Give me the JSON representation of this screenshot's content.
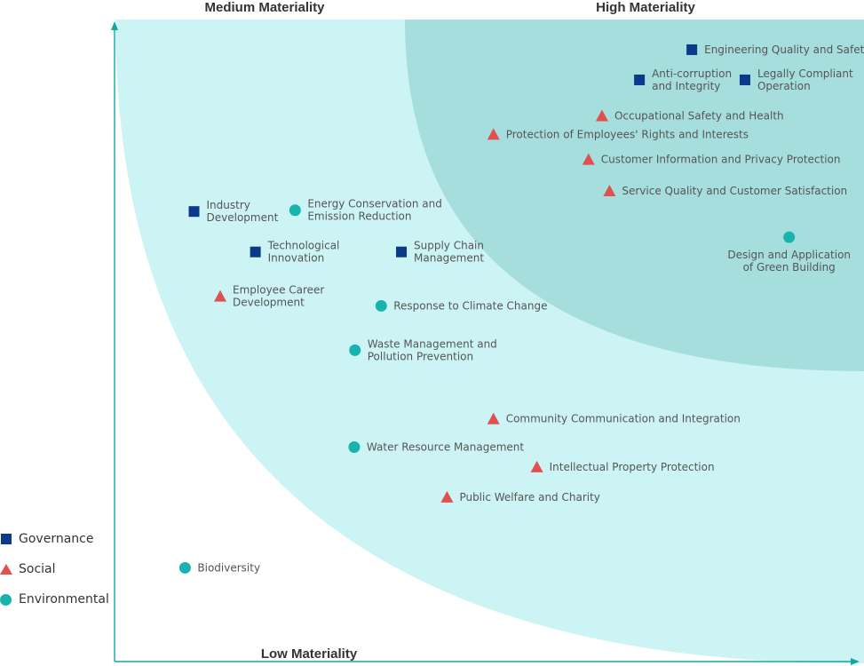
{
  "chart_data": {
    "type": "scatter",
    "title": "",
    "xlabel": "",
    "ylabel": "",
    "zones": {
      "medium": "Medium Materiality",
      "high": "High Materiality",
      "low": "Low Materiality"
    },
    "categories": [
      {
        "key": "governance",
        "name": "Governance",
        "color": "#0b3a8a",
        "marker": "square"
      },
      {
        "key": "social",
        "name": "Social",
        "color": "#e05050",
        "marker": "triangle"
      },
      {
        "key": "environmental",
        "name": "Environmental",
        "color": "#17b3ac",
        "marker": "circle"
      }
    ],
    "points": [
      {
        "lines": [
          "Engineering Quality and Safety"
        ],
        "category": "governance",
        "x": 0.77,
        "y": 0.953
      },
      {
        "lines": [
          "Anti-corruption",
          "and Integrity"
        ],
        "category": "governance",
        "x": 0.7,
        "y": 0.906
      },
      {
        "lines": [
          "Legally Compliant",
          "Operation"
        ],
        "category": "governance",
        "x": 0.841,
        "y": 0.906
      },
      {
        "lines": [
          "Occupational Safety and Health"
        ],
        "category": "social",
        "x": 0.65,
        "y": 0.85
      },
      {
        "lines": [
          "Protection of Employees' Rights and Interests"
        ],
        "category": "social",
        "x": 0.505,
        "y": 0.821
      },
      {
        "lines": [
          "Customer Information and Privacy Protection"
        ],
        "category": "social",
        "x": 0.632,
        "y": 0.782
      },
      {
        "lines": [
          "Service Quality and Customer Satisfaction"
        ],
        "category": "social",
        "x": 0.66,
        "y": 0.733
      },
      {
        "lines": [
          "Design and Application",
          "of Green Building"
        ],
        "category": "environmental",
        "x": 0.9,
        "y": 0.661
      },
      {
        "lines": [
          "Industry",
          "Development"
        ],
        "category": "governance",
        "x": 0.105,
        "y": 0.701
      },
      {
        "lines": [
          "Energy Conservation and",
          "Emission Reduction"
        ],
        "category": "environmental",
        "x": 0.24,
        "y": 0.703
      },
      {
        "lines": [
          "Technological",
          "Innovation"
        ],
        "category": "governance",
        "x": 0.187,
        "y": 0.638
      },
      {
        "lines": [
          "Supply Chain",
          "Management"
        ],
        "category": "governance",
        "x": 0.382,
        "y": 0.638
      },
      {
        "lines": [
          "Employee Career",
          "Development"
        ],
        "category": "social",
        "x": 0.14,
        "y": 0.569
      },
      {
        "lines": [
          "Response to Climate Change"
        ],
        "category": "environmental",
        "x": 0.355,
        "y": 0.554
      },
      {
        "lines": [
          "Waste Management and",
          "Pollution Prevention"
        ],
        "category": "environmental",
        "x": 0.32,
        "y": 0.485
      },
      {
        "lines": [
          "Community Communication and Integration"
        ],
        "category": "social",
        "x": 0.505,
        "y": 0.378
      },
      {
        "lines": [
          "Water Resource Management"
        ],
        "category": "environmental",
        "x": 0.319,
        "y": 0.334
      },
      {
        "lines": [
          "Intellectual Property Protection"
        ],
        "category": "social",
        "x": 0.563,
        "y": 0.303
      },
      {
        "lines": [
          "Public Welfare and Charity"
        ],
        "category": "social",
        "x": 0.443,
        "y": 0.256
      },
      {
        "lines": [
          "Biodiversity"
        ],
        "category": "environmental",
        "x": 0.093,
        "y": 0.146
      }
    ]
  }
}
